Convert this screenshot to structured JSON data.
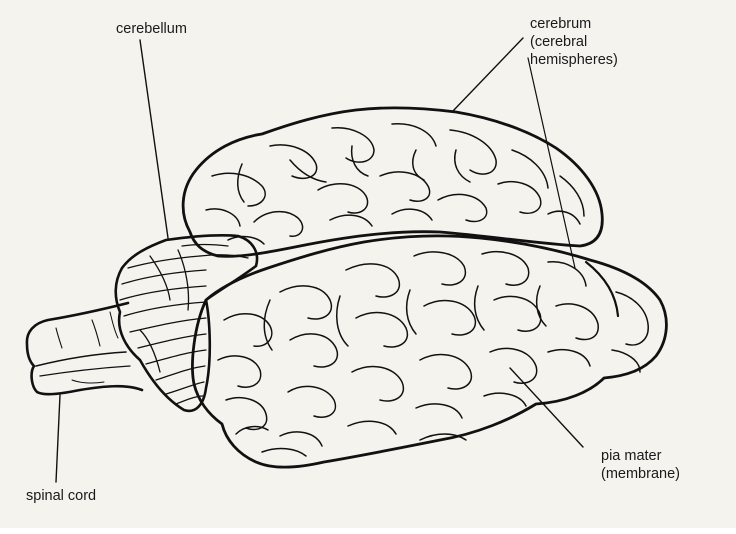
{
  "labels": {
    "cerebellum": "cerebellum",
    "cerebrum": {
      "line1": "cerebrum",
      "line2": "(cerebral",
      "line3": "hemispheres)"
    },
    "pia_mater": {
      "line1": "pia mater",
      "line2": "(membrane)"
    },
    "spinal_cord": "spinal cord"
  },
  "colors": {
    "paper": "#f5f3ee",
    "ink": "#111111"
  }
}
